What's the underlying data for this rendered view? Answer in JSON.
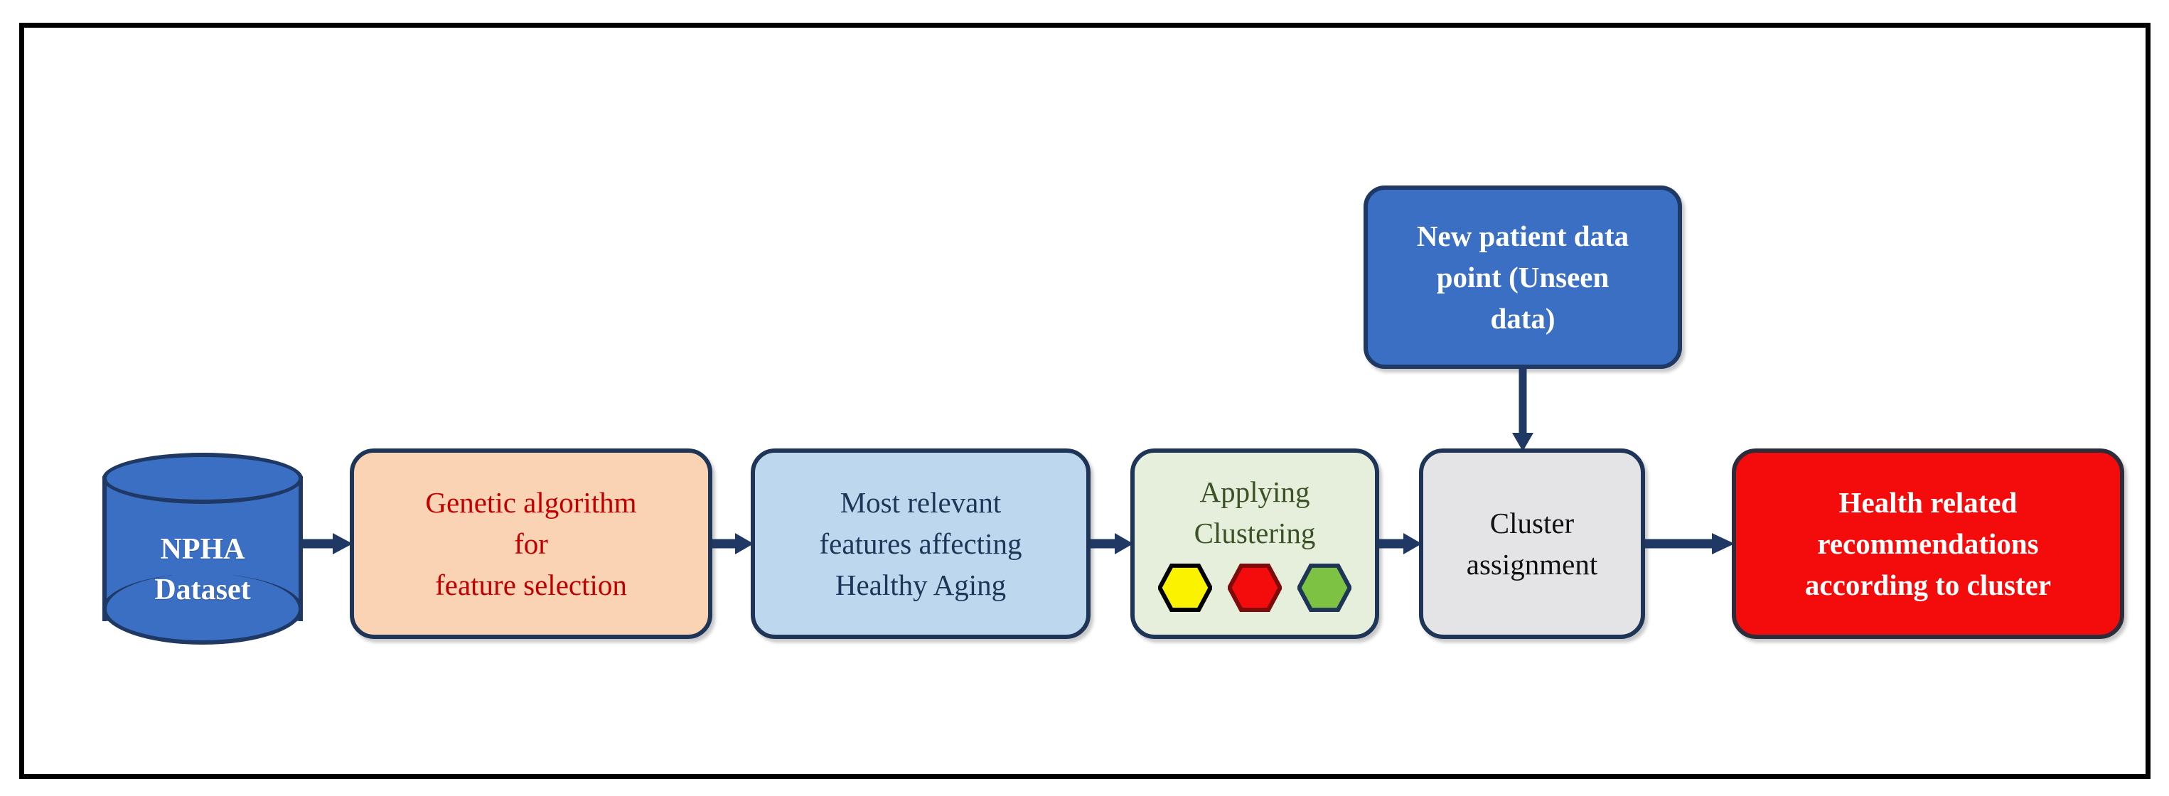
{
  "diagram": {
    "title": "Healthy aging clustering pipeline flowchart",
    "frame_color": "#000000",
    "background": "#ffffff",
    "arrow_color": "#1f3864"
  },
  "nodes": {
    "database": {
      "shape": "cylinder",
      "label": "NPHA\nDataset",
      "line1": "NPHA",
      "line2": "Dataset",
      "fill": "#3a6fc4",
      "border": "#1f3864",
      "text_color": "#ffffff"
    },
    "genetic": {
      "shape": "rounded-rect",
      "line1": "Genetic algorithm",
      "line2": "for",
      "line3": "feature selection",
      "fill": "#fad3b4",
      "border": "#1f3557",
      "text_color": "#c00000"
    },
    "features": {
      "shape": "rounded-rect",
      "line1": "Most relevant",
      "line2": "features affecting",
      "line3": "Healthy Aging",
      "fill": "#bdd7ee",
      "border": "#1f3557",
      "text_color": "#1f3557"
    },
    "clustering": {
      "shape": "rounded-rect",
      "line1": "Applying",
      "line2": "Clustering",
      "fill": "#e6efdc",
      "border": "#1f3557",
      "text_color": "#3b5226",
      "clusters": [
        {
          "name": "cluster-yellow",
          "fill": "#fbf200",
          "stroke": "#000000"
        },
        {
          "name": "cluster-red",
          "fill": "#f40b0b",
          "stroke": "#7d0b0b"
        },
        {
          "name": "cluster-green",
          "fill": "#7dc242",
          "stroke": "#1f3557"
        }
      ]
    },
    "cluster_assignment": {
      "shape": "rounded-rect",
      "line1": "Cluster",
      "line2": "assignment",
      "fill": "#e4e3e5",
      "border": "#1f3557",
      "text_color": "#111111"
    },
    "new_patient": {
      "shape": "rounded-rect",
      "line1": "New patient data",
      "line2": "point  (Unseen",
      "line3": "data)",
      "fill": "#3a6fc4",
      "border": "#1f3864",
      "text_color": "#ffffff"
    },
    "recommendations": {
      "shape": "rounded-rect",
      "line1": "Health related",
      "line2": "recommendations",
      "line3": "according to cluster",
      "fill": "#f40b0b",
      "border": "#2c2c3a",
      "text_color": "#ffffff"
    }
  },
  "edges": [
    {
      "name": "database-to-genetic",
      "direction": "right"
    },
    {
      "name": "genetic-to-features",
      "direction": "right"
    },
    {
      "name": "features-to-clustering",
      "direction": "right"
    },
    {
      "name": "clustering-to-cluster-assignment",
      "direction": "right"
    },
    {
      "name": "cluster-assignment-to-recommendations",
      "direction": "right"
    },
    {
      "name": "new-patient-to-cluster-assignment",
      "direction": "down"
    }
  ]
}
